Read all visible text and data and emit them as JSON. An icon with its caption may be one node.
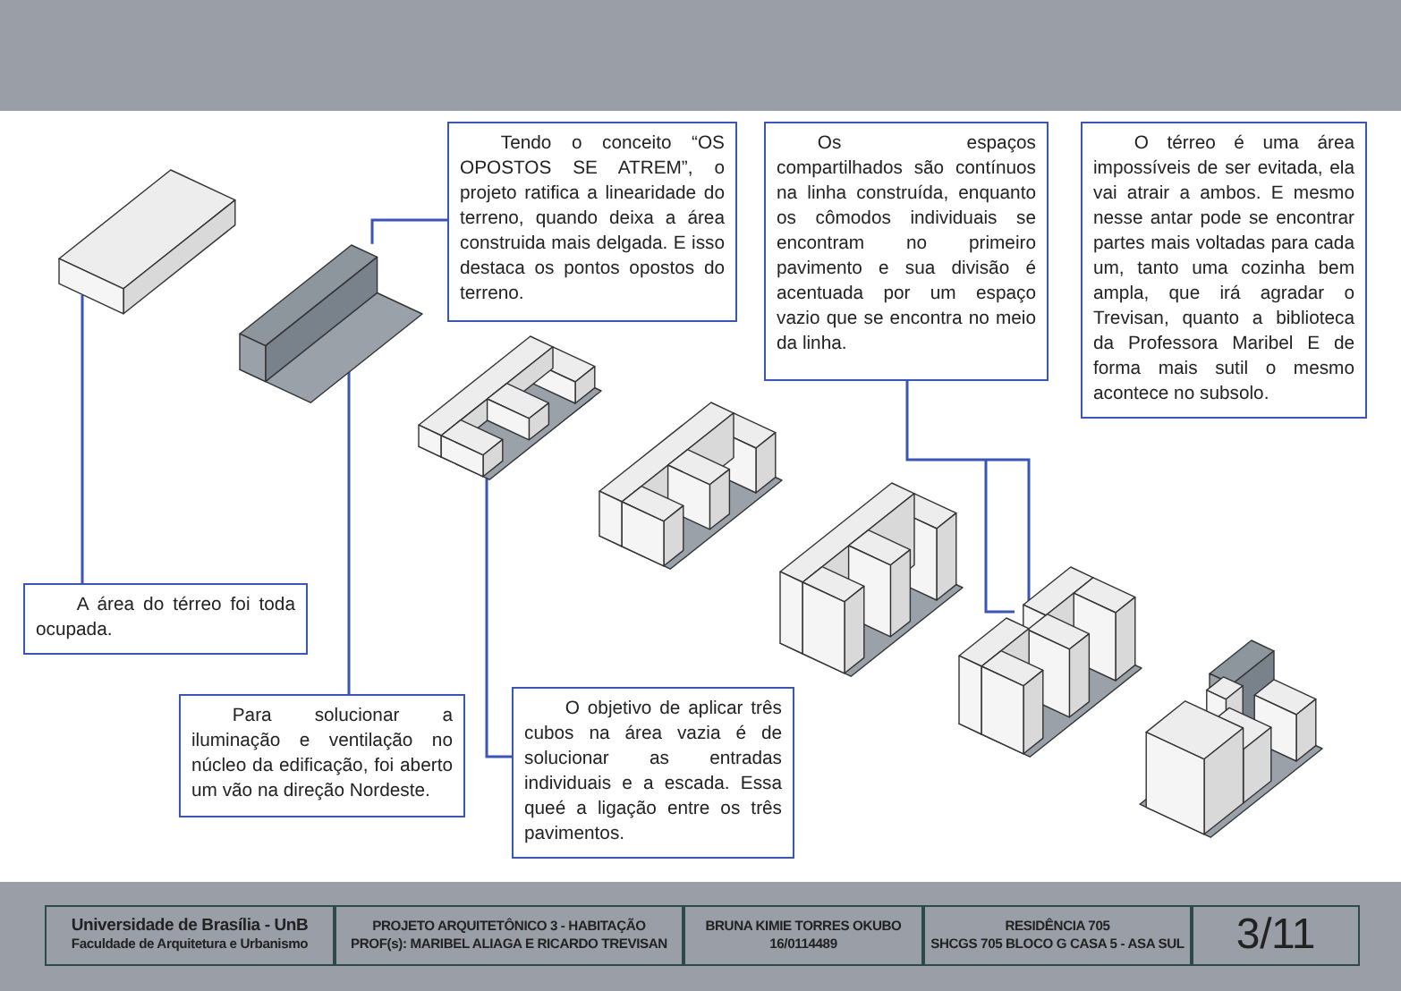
{
  "diagram": {
    "nodes": [
      {
        "text": [],
        "shape": "picture"
      },
      {
        "text": [
          "Tendo o conceito “OS OPOSTOS SE ATREM”, o projeto ratifica a linearidade do terreno, quando deixa a área construida mais delgada. E isso destaca os pontos opostos do terreno."
        ]
      },
      {
        "text": [
          "Os espaços compartilhados são contínuos na linha construída, enquanto os cômodos individuais se encontram no primeiro pavimento e sua divisão é acentuada por um espaço vazio que se encontra no meio da linha."
        ]
      },
      {
        "text": [
          "O térreo é uma área impossíveis de ser evitada, ela vai atrair a ambos. E mesmo nesse antar pode se encontrar partes mais voltadas para cada um, tanto uma cozinha bem ampla, que irá agradar o Trevisan, quanto a biblioteca da Professora Maribel E de forma mais sutil o mesmo acontece no subsolo."
        ]
      },
      {
        "text": [],
        "shape": "picture"
      },
      {
        "text": [],
        "shape": "picture"
      },
      {
        "text": [],
        "shape": "picture"
      },
      {
        "text": [],
        "shape": "picture"
      },
      {
        "text": [],
        "shape": "picture"
      },
      {
        "text": [
          "A área do térreo foi toda ocupada."
        ]
      },
      {
        "text": [],
        "shape": "picture"
      },
      {
        "text": [
          "Para solucionar a iluminação e ventilação no núcleo da edificação, foi aberto um vão na direção Nordeste."
        ]
      },
      {
        "text": [
          "O objetivo de aplicar três cubos na área vazia é de solucionar as entradas individuais e a escada. Essa queé a ligação entre os três pavimentos."
        ]
      }
    ],
    "edges": [
      {
        "from": 9,
        "to": 0,
        "arrow": "none"
      },
      {
        "from": 1,
        "to": 4,
        "arrow": "none"
      },
      {
        "from": 11,
        "to": 4,
        "arrow": "none"
      },
      {
        "from": 12,
        "to": 5,
        "arrow": "none"
      },
      {
        "from": 2,
        "to": 8,
        "arrow": "none"
      }
    ],
    "labels": [
      "Universidade de Brasília - UnB",
      "Faculdade de Arquitetura e Urbanismo",
      "PROJETO ARQUITETÔNICO 3 - HABITAÇÃO",
      "PROF(s): MARIBEL ALIAGA E RICARDO TREVISAN",
      "BRUNA KIMIE TORRES OKUBO",
      "16/0114489",
      "RESIDÊNCIA 705",
      "SHCGS 705 BLOCO G CASA 5 - ASA SUL",
      "3/11"
    ]
  }
}
